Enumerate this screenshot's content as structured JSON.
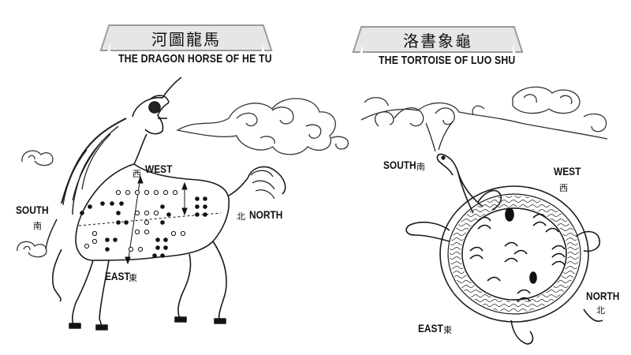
{
  "left_panel": {
    "title_cn": "河圖龍馬",
    "title_en": "THE DRAGON HORSE OF HE TU",
    "directions": {
      "west_en": "WEST",
      "west_cn": "西",
      "north_en": "NORTH",
      "north_cn": "北",
      "south_en": "SOUTH",
      "south_cn": "南",
      "east_en": "EAST",
      "east_cn": "東"
    }
  },
  "right_panel": {
    "title_cn": "洛書象龜",
    "title_en": "THE TORTOISE OF LUO SHU",
    "directions": {
      "south_en": "SOUTH",
      "south_cn": "南",
      "west_en": "WEST",
      "west_cn": "西",
      "north_en": "NORTH",
      "north_cn": "北",
      "east_en": "EAST",
      "east_cn": "東"
    }
  }
}
